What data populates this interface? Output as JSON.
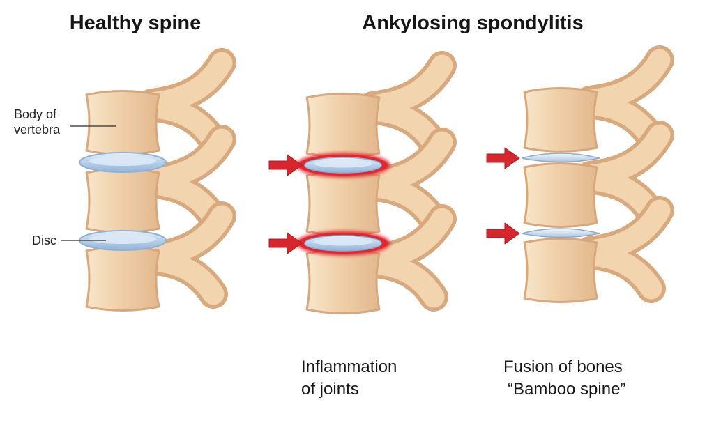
{
  "titles": {
    "healthy": "Healthy spine",
    "condition": "Ankylosing spondylitis"
  },
  "labels": {
    "body_of_vertebra_line1": "Body of",
    "body_of_vertebra_line2": "vertebra",
    "disc": "Disc"
  },
  "captions": {
    "inflammation_line1": "Inflammation",
    "inflammation_line2": "of joints",
    "fusion_line1": "Fusion of bones",
    "fusion_line2": "“Bamboo spine”"
  },
  "icons": {
    "inflammation_arrow": "red-arrow-right",
    "fusion_arrow": "red-arrow-right"
  },
  "colors": {
    "background": "#ffffff",
    "bone": "#f0d0a9",
    "bone_outline": "#d8a87c",
    "disc_blue": "#b7cfe9",
    "inflammation_red": "#e02730",
    "arrow_red": "#d7272e",
    "text": "#161616"
  }
}
